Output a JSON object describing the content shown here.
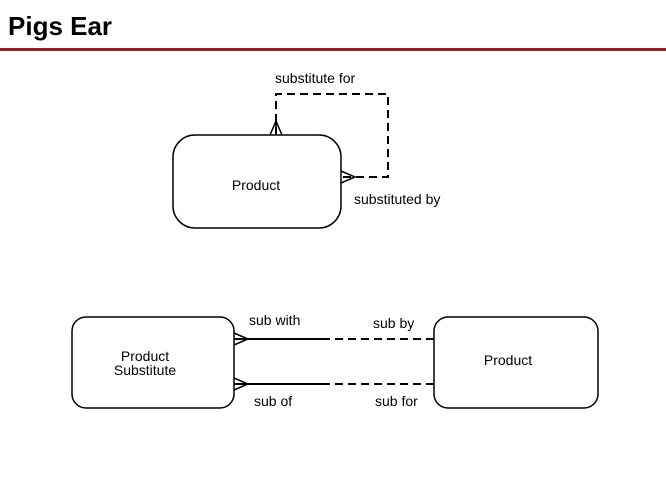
{
  "title": "Pigs Ear",
  "colors": {
    "rule": "#9b1c1c",
    "line": "#000000"
  },
  "top_diagram": {
    "entity": "Product",
    "label_substitute_for": "substitute for",
    "label_substituted_by": "substituted by"
  },
  "bottom_diagram": {
    "left_entity_line1": "Product",
    "left_entity_line2": "Substitute",
    "right_entity": "Product",
    "label_sub_with": "sub with",
    "label_sub_by": "sub by",
    "label_sub_of": "sub of",
    "label_sub_for": "sub for"
  }
}
